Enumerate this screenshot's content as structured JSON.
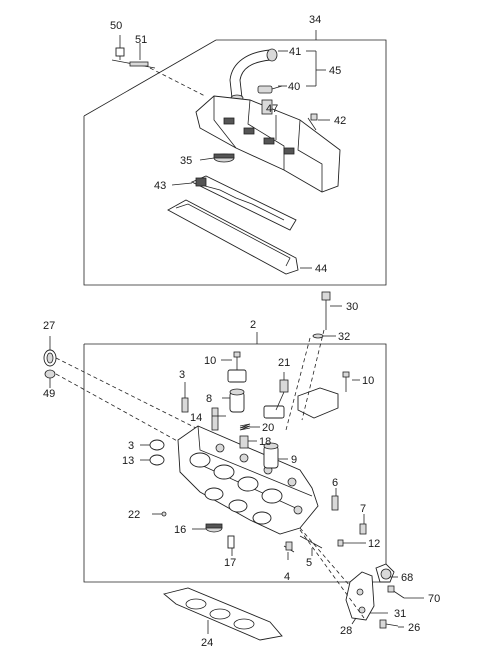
{
  "diagram": {
    "labels": {
      "p2": "2",
      "p3a": "3",
      "p3b": "3",
      "p4": "4",
      "p5": "5",
      "p6": "6",
      "p7": "7",
      "p8": "8",
      "p9": "9",
      "p10a": "10",
      "p10b": "10",
      "p12": "12",
      "p13": "13",
      "p14": "14",
      "p16": "16",
      "p17": "17",
      "p18": "18",
      "p20": "20",
      "p21": "21",
      "p22": "22",
      "p24": "24",
      "p26": "26",
      "p27": "27",
      "p28": "28",
      "p30": "30",
      "p31": "31",
      "p32": "32",
      "p34": "34",
      "p35": "35",
      "p40": "40",
      "p41": "41",
      "p42": "42",
      "p43": "43",
      "p44": "44",
      "p45": "45",
      "p47": "47",
      "p49": "49",
      "p50": "50",
      "p51": "51",
      "p68": "68",
      "p70": "70"
    }
  }
}
